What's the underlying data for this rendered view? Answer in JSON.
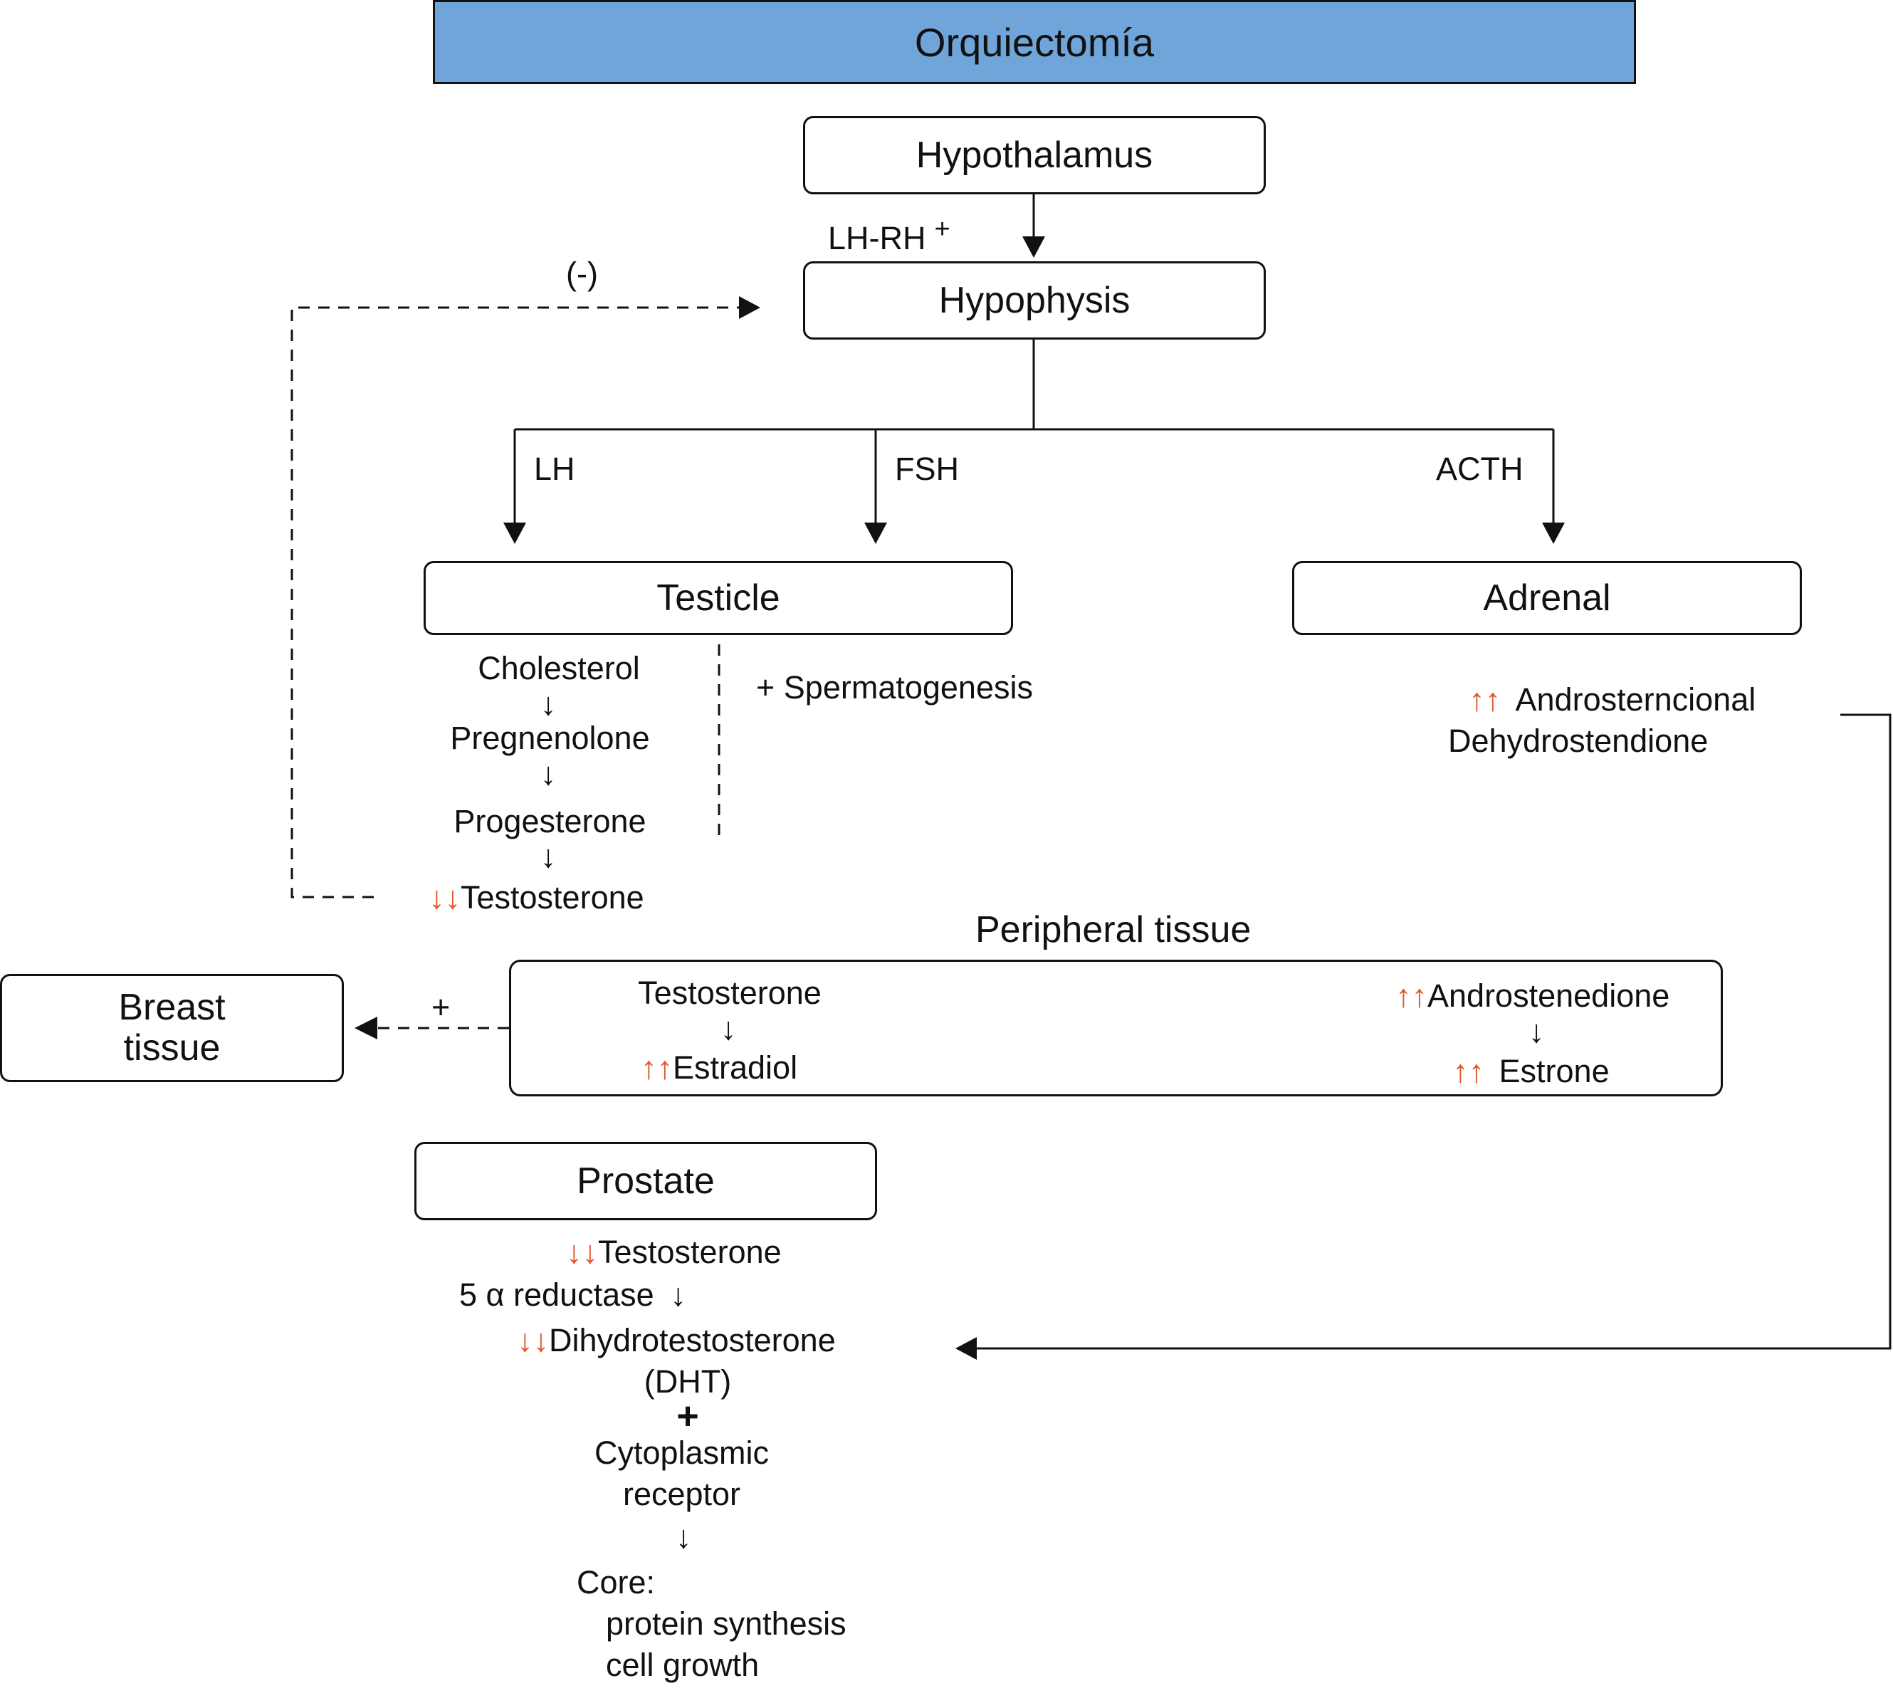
{
  "title": "Orquiectomía",
  "colors": {
    "title_fill": "#6fa5d9",
    "decrease_arrow": "#e0572b",
    "increase_arrow": "#e0572b",
    "line": "#111111"
  },
  "nodes": {
    "hypothalamus": "Hypothalamus",
    "hypophysis": "Hypophysis",
    "testicle": "Testicle",
    "adrenal": "Adrenal",
    "breast_line1": "Breast",
    "breast_line2": "tissue",
    "prostate": "Prostate"
  },
  "edges": {
    "lhrh": "LH-RH",
    "lhrh_sign": "+",
    "feedback": "(-)",
    "lh": "LH",
    "fsh": "FSH",
    "acth": "ACTH",
    "breast_plus": "+"
  },
  "testicle_pathway": {
    "cholesterol": "Cholesterol",
    "pregnenolone": "Pregnenolone",
    "progesterone": "Progesterone",
    "testosterone": "Testosterone",
    "spermatogenesis": "+ Spermatogenesis"
  },
  "adrenal_products": {
    "line1": "Androsterncional",
    "line2": "Dehydrostendione"
  },
  "peripheral": {
    "title": "Peripheral tissue",
    "testosterone": "Testosterone",
    "estradiol": "Estradiol",
    "androstenedione": "Androstenedione",
    "estrone": "Estrone"
  },
  "prostate_pathway": {
    "testosterone": "Testosterone",
    "reductase": "5 α reductase",
    "dht": "Dihydrotestosterone",
    "dht_abbr": "(DHT)",
    "plus": "+",
    "cyto1": "Cytoplasmic",
    "cyto2": "receptor",
    "core": "Core:",
    "protein": "protein synthesis",
    "growth": "cell growth"
  },
  "glyphs": {
    "down": "↓",
    "up_up": "↑↑",
    "down_down": "↓↓"
  }
}
